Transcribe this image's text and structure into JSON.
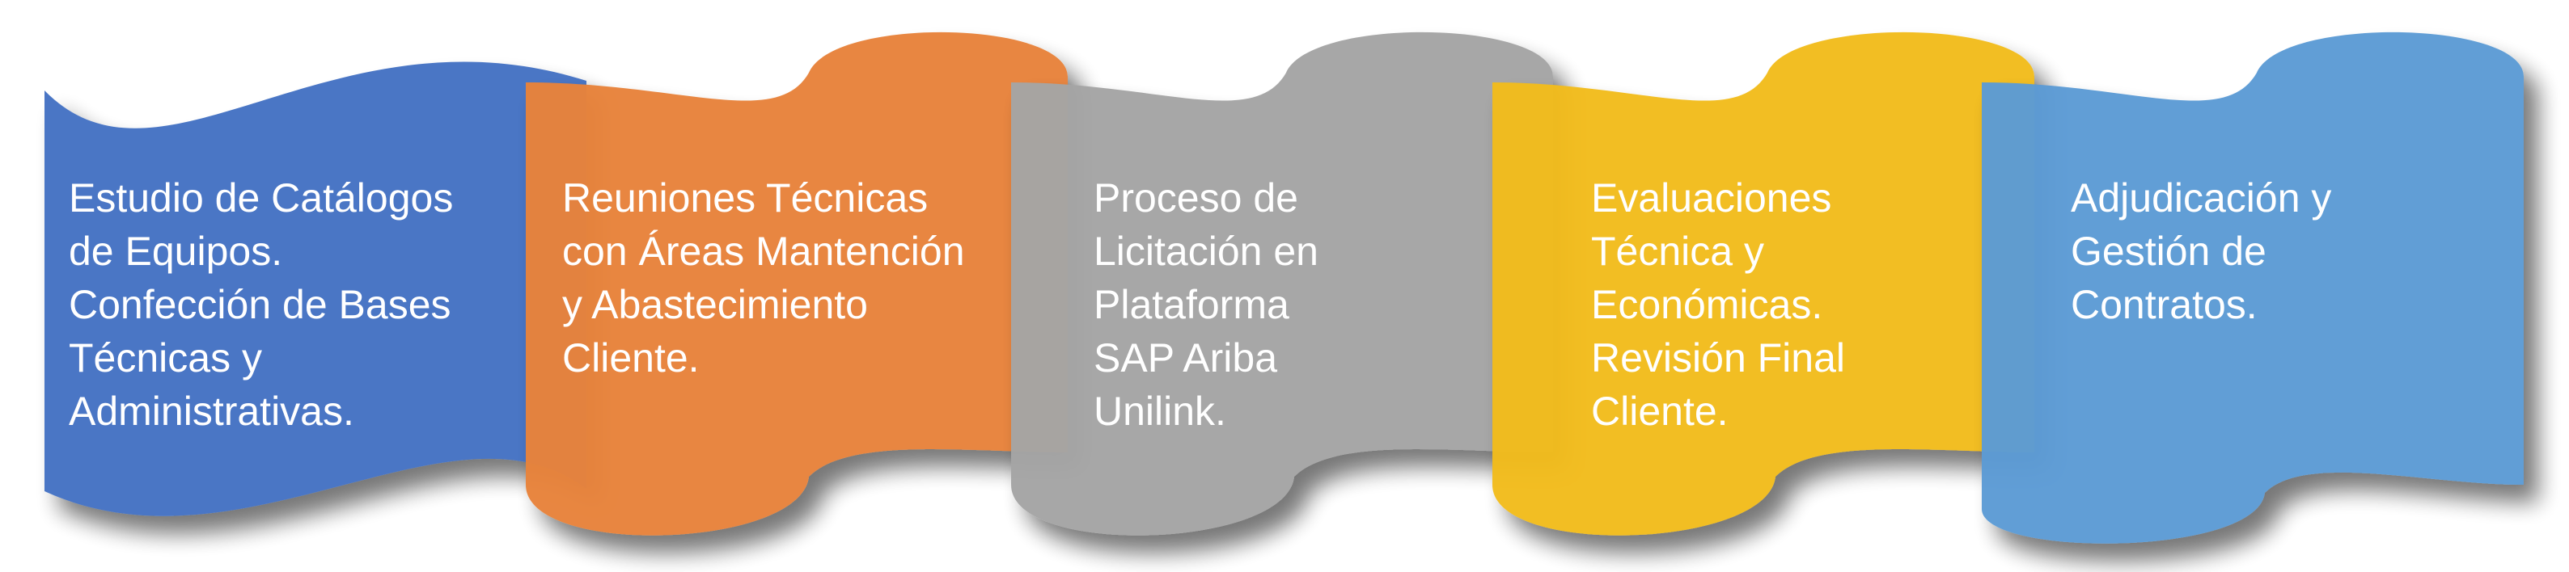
{
  "process_flow": {
    "steps": [
      {
        "color": "#4472C4",
        "lines": [
          "Estudio de Catálogos",
          "de Equipos.",
          "Confección de Bases",
          "Técnicas y",
          "Administrativas."
        ]
      },
      {
        "color": "#E8833A",
        "lines": [
          "Reuniones Técnicas",
          "con Áreas Mantención",
          "y Abastecimiento",
          "Cliente."
        ]
      },
      {
        "color": "#A5A5A5",
        "lines": [
          "Proceso de",
          "Licitación en",
          "Plataforma",
          "SAP Ariba",
          "Unilink."
        ]
      },
      {
        "color": "#F2BC1A",
        "lines": [
          "Evaluaciones",
          "Técnica y",
          "Económicas.",
          "Revisión Final",
          "Cliente."
        ]
      },
      {
        "color": "#5B9BD5",
        "lines": [
          "Adjudicación y",
          "Gestión de",
          "Contratos."
        ]
      }
    ]
  }
}
